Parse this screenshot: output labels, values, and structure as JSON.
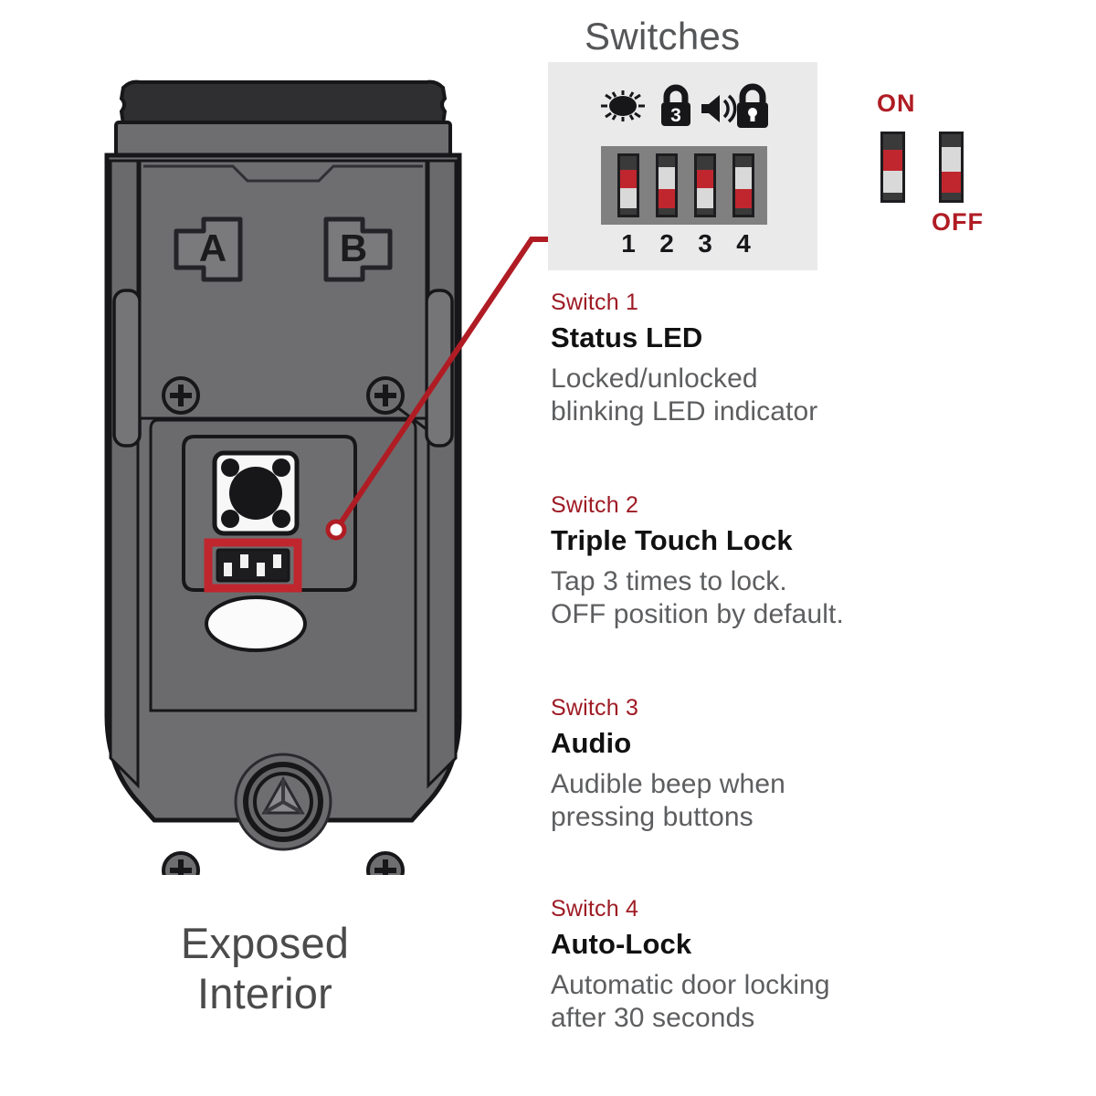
{
  "device": {
    "caption_line1": "Exposed",
    "caption_line2": "Interior",
    "battery_slot_a": "A",
    "battery_slot_b": "B",
    "body_color": "#6e6e70",
    "cap_color": "#2f2f31",
    "outline_color": "#17171a",
    "callout_color": "#c0262e"
  },
  "switches_panel": {
    "title": "Switches",
    "background": "#eaeaea",
    "housing_color": "#808080",
    "cap_color": "#3a3a3a",
    "on_color": "#c0262e",
    "off_color": "#d9d9d9",
    "icons": [
      {
        "name": "led-burst-icon",
        "glyph": "sun-burst"
      },
      {
        "name": "lock-three-icon",
        "glyph": "padlock-3"
      },
      {
        "name": "speaker-icon",
        "glyph": "speaker-waves"
      },
      {
        "name": "padlock-icon",
        "glyph": "padlock-keyhole"
      }
    ],
    "numbers": [
      "1",
      "2",
      "3",
      "4"
    ],
    "states": [
      "ON",
      "OFF",
      "ON",
      "OFF"
    ]
  },
  "legend": {
    "on_label": "ON",
    "off_label": "OFF",
    "accent": "#b01c24"
  },
  "descriptions": [
    {
      "kicker": "Switch 1",
      "title": "Status LED",
      "body_line1": "Locked/unlocked",
      "body_line2": "blinking LED indicator"
    },
    {
      "kicker": "Switch 2",
      "title": "Triple Touch Lock",
      "body_line1": "Tap 3 times to lock.",
      "body_line2": "OFF position by default."
    },
    {
      "kicker": "Switch 3",
      "title": "Audio",
      "body_line1": "Audible beep when",
      "body_line2": "pressing buttons"
    },
    {
      "kicker": "Switch 4",
      "title": "Auto-Lock",
      "body_line1": "Automatic door locking",
      "body_line2": "after 30 seconds"
    }
  ]
}
